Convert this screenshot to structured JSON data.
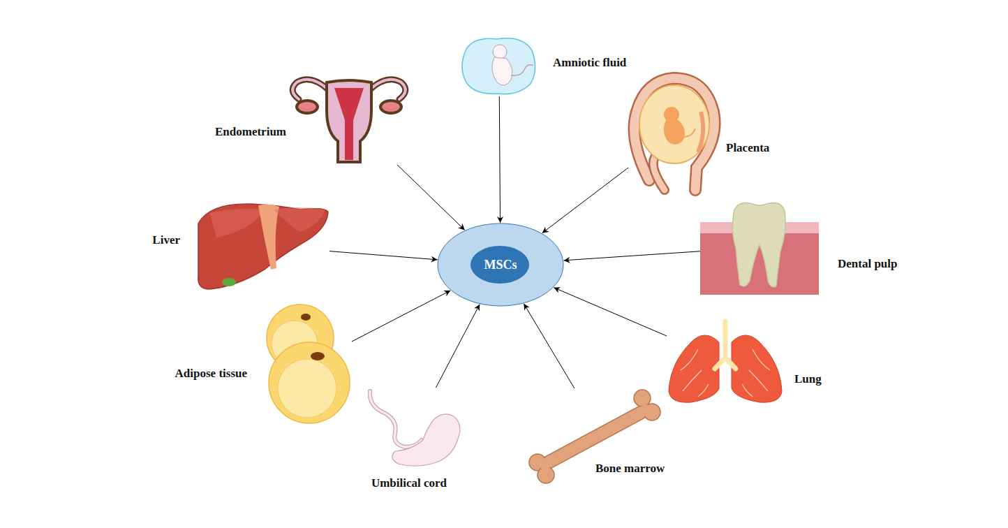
{
  "diagram": {
    "nodes": [
      {
        "text": [
          "Amniotic fluid"
        ]
      },
      {
        "text": [
          "Endometrium"
        ]
      },
      {
        "text": [
          "Placenta"
        ]
      },
      {
        "text": [
          "Liver"
        ]
      },
      {
        "text": [
          "MSCs"
        ]
      },
      {
        "text": [
          "Dental pulp"
        ]
      },
      {
        "text": [
          "Adipose tissue"
        ]
      },
      {
        "text": [
          "Lung"
        ]
      },
      {
        "text": [
          "Umbilical cord"
        ]
      },
      {
        "text": [
          "Bone marrow"
        ]
      }
    ],
    "edges": [
      {
        "from": 0,
        "to": 4,
        "arrow": "to"
      },
      {
        "from": 1,
        "to": 4,
        "arrow": "to"
      },
      {
        "from": 2,
        "to": 4,
        "arrow": "to"
      },
      {
        "from": 3,
        "to": 4,
        "arrow": "to"
      },
      {
        "from": 5,
        "to": 4,
        "arrow": "to"
      },
      {
        "from": 6,
        "to": 4,
        "arrow": "to"
      },
      {
        "from": 7,
        "to": 4,
        "arrow": "to"
      },
      {
        "from": 8,
        "to": 4,
        "arrow": "to"
      },
      {
        "from": 9,
        "to": 4,
        "arrow": "to"
      }
    ]
  }
}
